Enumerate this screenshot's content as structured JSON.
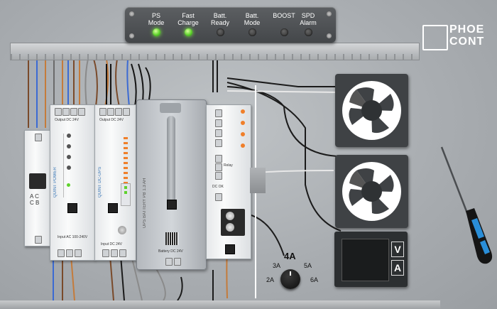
{
  "led_panel": {
    "indicators": [
      {
        "line1": "PS",
        "line2": "Mode",
        "state": "on"
      },
      {
        "line1": "Fast",
        "line2": "Charge",
        "state": "on"
      },
      {
        "line1": "Batt.",
        "line2": "Ready",
        "state": "off"
      },
      {
        "line1": "Batt.",
        "line2": "Mode",
        "state": "off"
      },
      {
        "line1": "BOOST",
        "line2": "",
        "state": "off"
      },
      {
        "line1": "SPD",
        "line2": "Alarm",
        "state": "off"
      }
    ]
  },
  "brand_logo": {
    "line1": "PHOE",
    "line2": "CONT"
  },
  "modules": {
    "power_supply": {
      "name": "QUINT POWER",
      "sublabel": "Output DC 24V",
      "input_label": "Input AC 100-240V",
      "breaker_labels": [
        "A C",
        "C B"
      ]
    },
    "dc_ups": {
      "name": "QUINT DC-UPS",
      "sublabel": "Output DC 24V",
      "input_label": "Input DC 24V"
    },
    "battery": {
      "name": "UPS BATTERY PB 1.3 AH",
      "sublabel": "Battery DC 24V"
    },
    "relay": {
      "label1": "Relay",
      "label2": "DC OK"
    }
  },
  "current_dial": {
    "selected": "4A",
    "options": [
      "2A",
      "3A",
      "5A",
      "6A"
    ]
  },
  "meter": {
    "labels": [
      "V",
      "A"
    ]
  },
  "colors": {
    "led_on": "#5fd22d",
    "led_off": "#2c2c2c",
    "panel": "#4a4d50",
    "background": "#a9adb1"
  }
}
